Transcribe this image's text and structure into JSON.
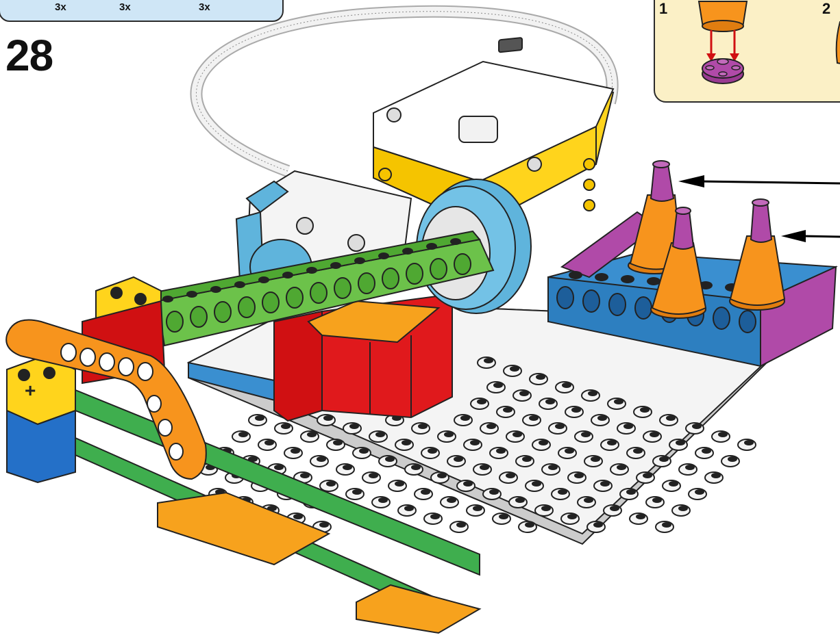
{
  "step": {
    "number": "28"
  },
  "parts_callout": {
    "quantities": [
      "3x",
      "3x",
      "3x"
    ]
  },
  "sub_assembly": {
    "steps": [
      "1",
      "2"
    ]
  },
  "colors": {
    "parts_panel_bg": "#cfe6f6",
    "sub_panel_bg": "#fbf0c6",
    "hub_yellow": "#ffd41c",
    "motor_blue": "#5fb4dc",
    "beam_green": "#6cc24a",
    "cone_orange": "#f7941d",
    "cone_tip_magenta": "#b04aa8",
    "plate_white": "#f4f4f4",
    "brick_red": "#d01012",
    "arrow_black": "#000000",
    "arrow_red": "#d01012"
  },
  "icons": [
    "sub-assembly-arrow-icon",
    "placement-arrow-icon"
  ]
}
